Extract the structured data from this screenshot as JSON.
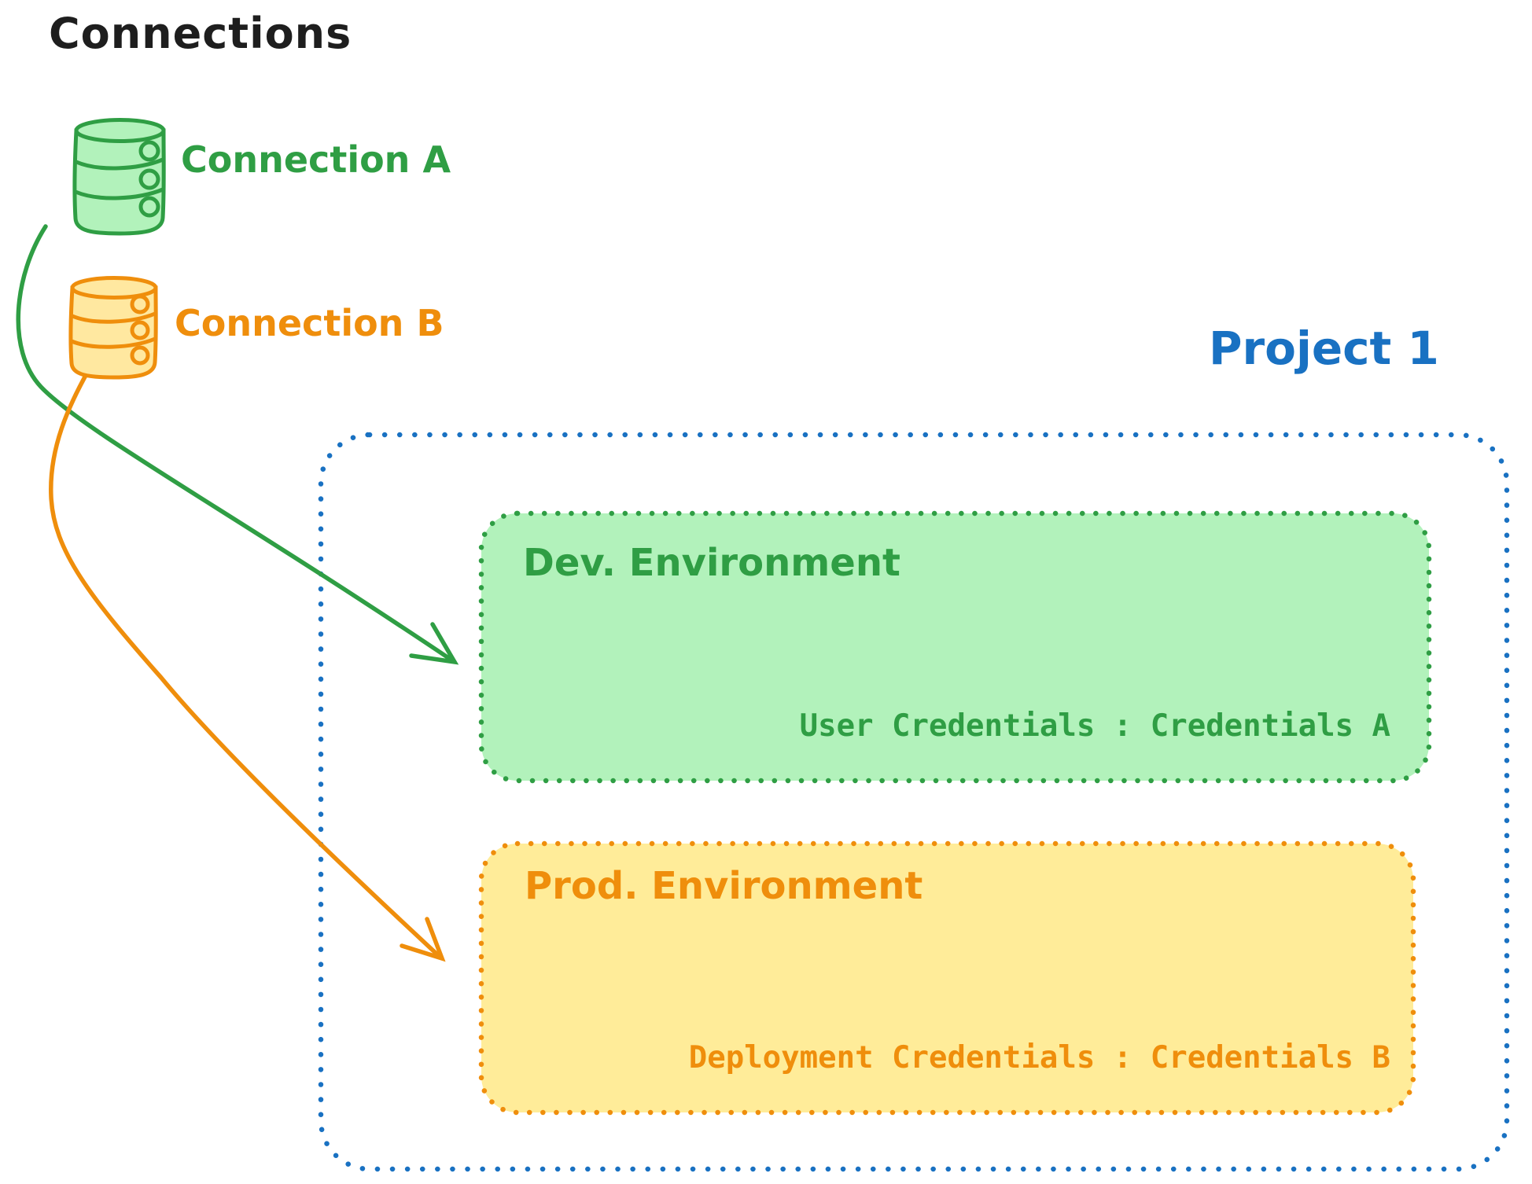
{
  "title": "Connections",
  "connections": [
    {
      "label": "Connection A",
      "icon": "database-icon",
      "color": "#2f9e44"
    },
    {
      "label": "Connection B",
      "icon": "database-icon",
      "color": "#ef8e0c"
    }
  ],
  "project": {
    "title": "Project 1",
    "color": "#1971c2",
    "environments": [
      {
        "name": "Dev. Environment",
        "credentials": "User Credentials : Credentials A",
        "accent": "#2f9e44",
        "fill": "#b2f2bb"
      },
      {
        "name": "Prod. Environment",
        "credentials": "Deployment Credentials : Credentials B",
        "accent": "#ef8e0c",
        "fill": "#ffec99"
      }
    ]
  }
}
